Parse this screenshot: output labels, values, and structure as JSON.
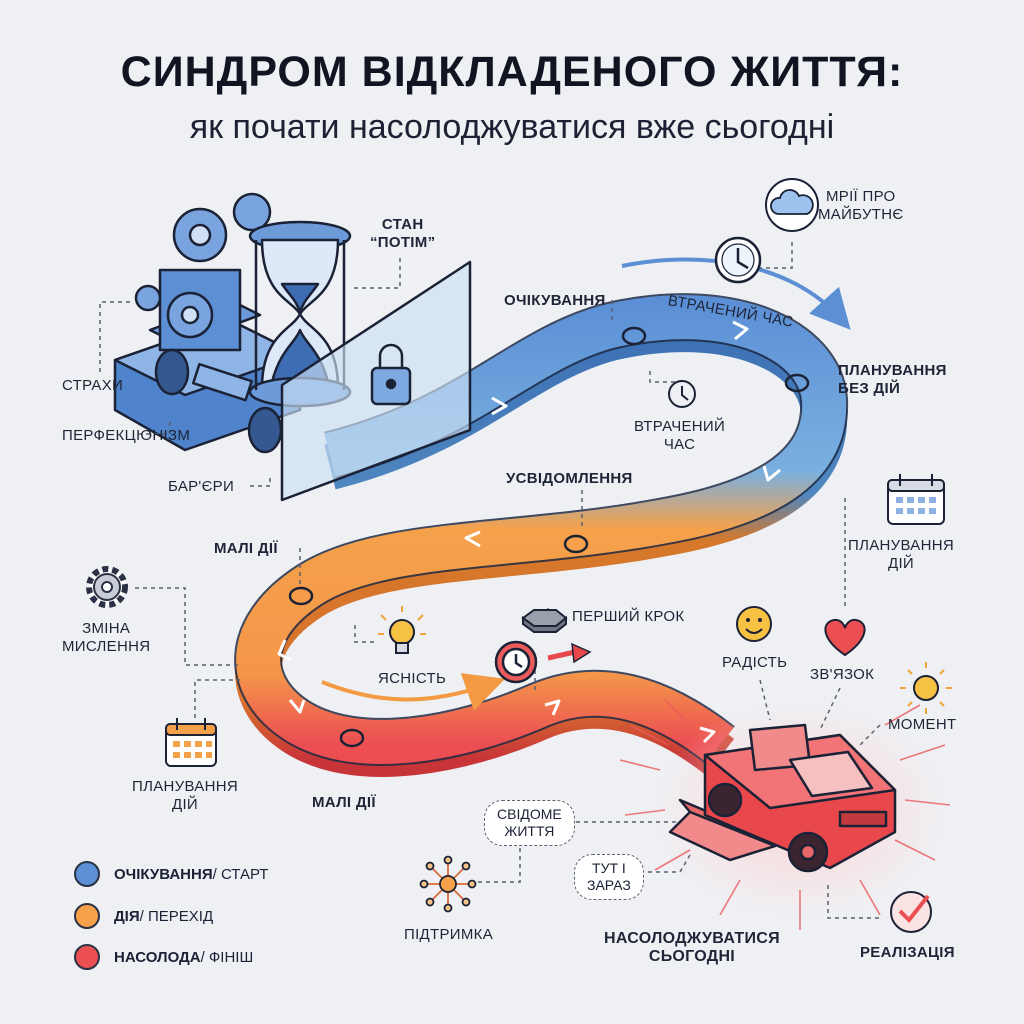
{
  "title": {
    "main": "СИНДРОМ ВІДКЛАДЕНОГО ЖИТТЯ:",
    "sub": "як почати насолоджуватися вже сьогодні"
  },
  "labels": {
    "stan_line1": "СТАН",
    "stan_line2": "“ПОТІМ”",
    "mrii_line1": "МРІЇ ПРО",
    "mrii_line2": "МАЙБУТНЄ",
    "ochikuvannia": "ОЧІКУВАННЯ",
    "vtrachenyi_top": "ВТРАЧЕНИЙ ЧАС",
    "planuvannia_bez_line1": "ПЛАНУВАННЯ",
    "planuvannia_bez_line2": "БЕЗ ДІЙ",
    "vtrachenyi_mid_line1": "ВТРАЧЕНИЙ",
    "vtrachenyi_mid_line2": "ЧАС",
    "strakhy": "СТРАХИ",
    "perfektsionizm": "ПЕРФЕКЦІОНІЗМ",
    "bariery": "БАР'ЄРИ",
    "usvidomlennia": "УСВІДОМЛЕННЯ",
    "planuvannia_dii_right_line1": "ПЛАНУВАННЯ",
    "planuvannia_dii_right_line2": "ДІЙ",
    "mali_dii_top": "МАЛІ ДІЇ",
    "zmina_line1": "ЗМІНА",
    "zmina_line2": "МИСЛЕННЯ",
    "pershyi_krok": "ПЕРШИЙ КРОК",
    "yasnist": "ЯСНІСТЬ",
    "radist": "РАДІСТЬ",
    "zviazok": "ЗВ'ЯЗОК",
    "moment": "МОМЕНТ",
    "planuvannia_dii_left_line1": "ПЛАНУВАННЯ",
    "planuvannia_dii_left_line2": "ДІЙ",
    "mali_dii_bottom": "МАЛІ ДІЇ",
    "svidome_line1": "СВІДОМЕ",
    "svidome_line2": "ЖИТТЯ",
    "tut_line1": "ТУТ І",
    "tut_line2": "ЗАРАЗ",
    "pidtrymka": "ПІДТРИМКА",
    "nasolodzh_line1": "НАСОЛОДЖУВАТИСЯ",
    "nasolodzh_line2": "СЬОГОДНІ",
    "realizatsiia": "РЕАЛІЗАЦІЯ"
  },
  "legend": [
    {
      "bold": "ОЧІКУВАННЯ",
      "rest": " / СТАРТ",
      "color": "#5d8fd4"
    },
    {
      "bold": "ДІЯ",
      "rest": " / ПЕРЕХІД",
      "color": "#f5a14a"
    },
    {
      "bold": "НАСОЛОДА",
      "rest": " / ФІНІШ",
      "color": "#ec4f52"
    }
  ],
  "colors": {
    "blue": "#5d8fd4",
    "orange": "#f5a14a",
    "red": "#ec4f52",
    "background": "#eef0f4"
  }
}
